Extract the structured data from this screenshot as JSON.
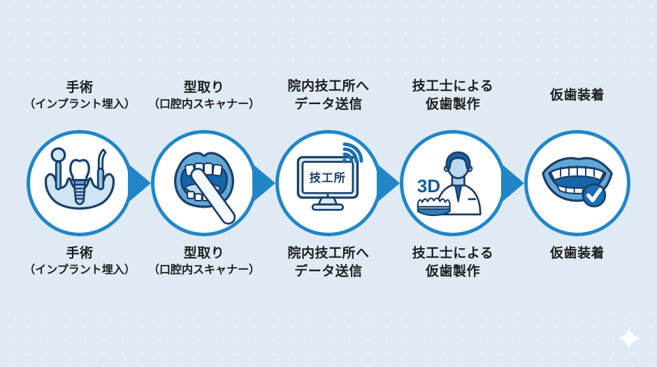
{
  "page": {
    "background_color": "#dfeaf4",
    "type": "dental-implant-workflow-infographic"
  },
  "colors": {
    "circle_border": "#2186c7",
    "arrow": "#2186c7",
    "outline_navy": "#1a3e66",
    "dark_blue_fill": "#1565ab",
    "mid_blue_fill": "#63a7d8",
    "light_blue_fill": "#cfe4f4",
    "text": "#1e1e1e"
  },
  "steps": [
    {
      "label_line1": "手術",
      "label_line2": "（インプラント埋入）",
      "icon": "implant-surgery-icon"
    },
    {
      "label_line1": "型取り",
      "label_line2": "（口腔内スキャナー）",
      "icon": "intraoral-scanner-icon"
    },
    {
      "label_line1": "院内技工所へ",
      "label_line2": "データ送信",
      "icon": "data-transfer-monitor-icon",
      "screen_text": "技工所"
    },
    {
      "label_line1": "技工士による",
      "label_line2": "仮歯製作",
      "icon": "technician-3d-icon",
      "badge_text": "3D"
    },
    {
      "label_line1": "仮歯装着",
      "label_line2": "",
      "icon": "temporary-teeth-fitted-icon"
    }
  ],
  "decorations": {
    "sparkle": "four-point-star"
  }
}
